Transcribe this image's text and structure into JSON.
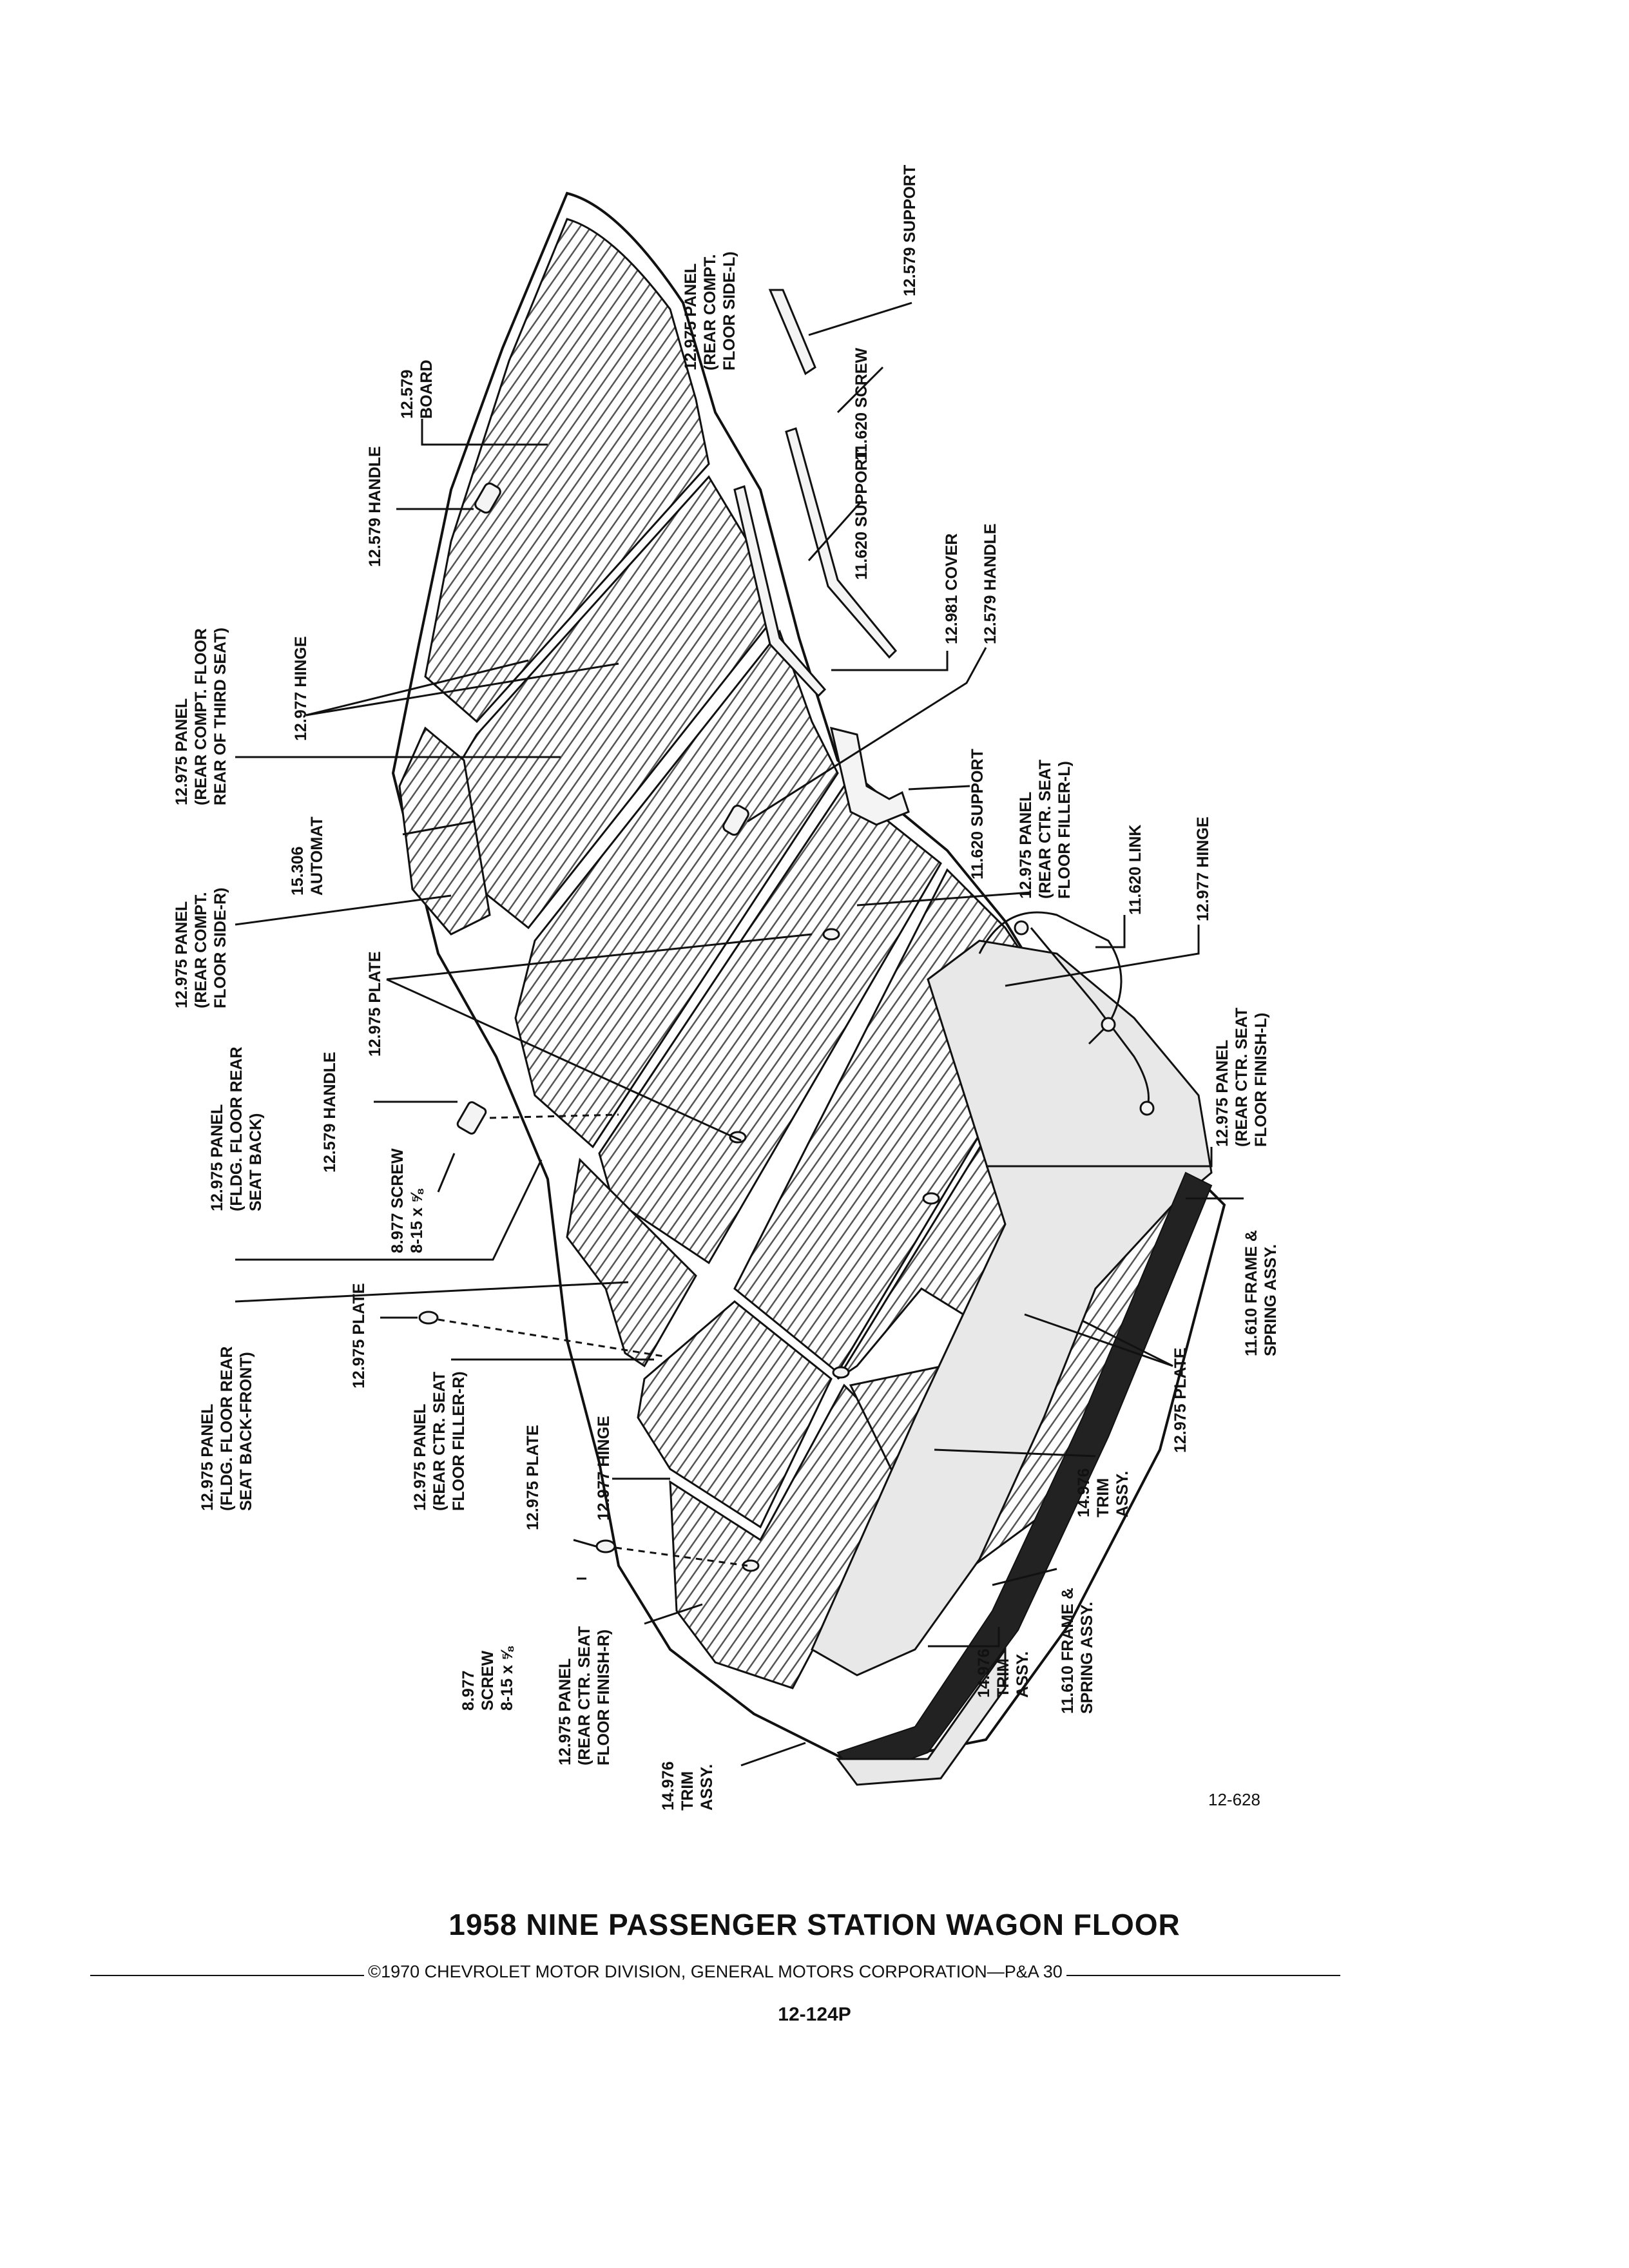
{
  "labels": {
    "board_12579": [
      "12.579",
      "BOARD"
    ],
    "handle_12579_top": [
      "12.579 HANDLE"
    ],
    "panel_third_seat": [
      "12.975 PANEL",
      "(REAR COMPT. FLOOR",
      "REAR OF THIRD SEAT)"
    ],
    "hinge_12977_top": [
      "12.977 HINGE"
    ],
    "panel_floor_side_r": [
      "12.975 PANEL",
      "(REAR COMPT.",
      "FLOOR SIDE-R)"
    ],
    "automat_15306": [
      "15.306",
      "AUTOMAT"
    ],
    "plate_12975_a": [
      "12.975 PLATE"
    ],
    "handle_12579_left": [
      "12.579 HANDLE"
    ],
    "panel_fldg_back": [
      "12.975 PANEL",
      "(FLDG. FLOOR REAR",
      "SEAT BACK)"
    ],
    "screw_8977_a": [
      "8.977 SCREW",
      "8-15 x ⅝"
    ],
    "panel_fldg_front": [
      "12.975 PANEL",
      "(FLDG. FLOOR REAR",
      "SEAT BACK-FRONT)"
    ],
    "plate_12975_b": [
      "12.975 PLATE"
    ],
    "panel_filler_r": [
      "12.975 PANEL",
      "(REAR CTR. SEAT",
      "FLOOR FILLER-R)"
    ],
    "plate_12975_c": [
      "12.975 PLATE"
    ],
    "hinge_12977_bottom": [
      "12.977 HINGE"
    ],
    "screw_8977_b": [
      "8.977",
      "SCREW",
      "8-15 x ⅝"
    ],
    "panel_finish_r": [
      "12.975 PANEL",
      "(REAR CTR. SEAT",
      "FLOOR FINISH-R)"
    ],
    "trim_14976_a": [
      "14.976",
      "TRIM",
      "ASSY."
    ],
    "panel_floor_side_l": [
      "12.975 PANEL",
      "(REAR COMPT.",
      "FLOOR SIDE-L)"
    ],
    "support_12579": [
      "12.579 SUPPORT"
    ],
    "screw_11620": [
      "11.620 SCREW"
    ],
    "support_11620_a": [
      "11.620 SUPPORT"
    ],
    "cover_12981": [
      "12.981 COVER"
    ],
    "handle_12579_right": [
      "12.579 HANDLE"
    ],
    "support_11620_b": [
      "11.620 SUPPORT"
    ],
    "panel_filler_l": [
      "12.975 PANEL",
      "(REAR CTR. SEAT",
      "FLOOR FILLER-L)"
    ],
    "link_11620": [
      "11.620 LINK"
    ],
    "hinge_12977_right": [
      "12.977 HINGE"
    ],
    "panel_finish_l": [
      "12.975 PANEL",
      "(REAR CTR. SEAT",
      "FLOOR FINISH-L)"
    ],
    "frame_11610_a": [
      "11.610 FRAME &",
      "SPRING ASSY."
    ],
    "plate_12975_d": [
      "12.975 PLATE"
    ],
    "trim_14976_b": [
      "14.976",
      "TRIM",
      "ASSY."
    ],
    "frame_11610_b": [
      "11.610 FRAME &",
      "SPRING ASSY."
    ],
    "trim_14976_c": [
      "14.976",
      "TRIM",
      "ASSY."
    ]
  },
  "figure_number": "12-628",
  "footer": {
    "title": "1958 NINE PASSENGER STATION WAGON FLOOR",
    "copyright": "©1970 CHEVROLET MOTOR DIVISION, GENERAL MOTORS CORPORATION—P&A 30",
    "code": "12-124P"
  }
}
